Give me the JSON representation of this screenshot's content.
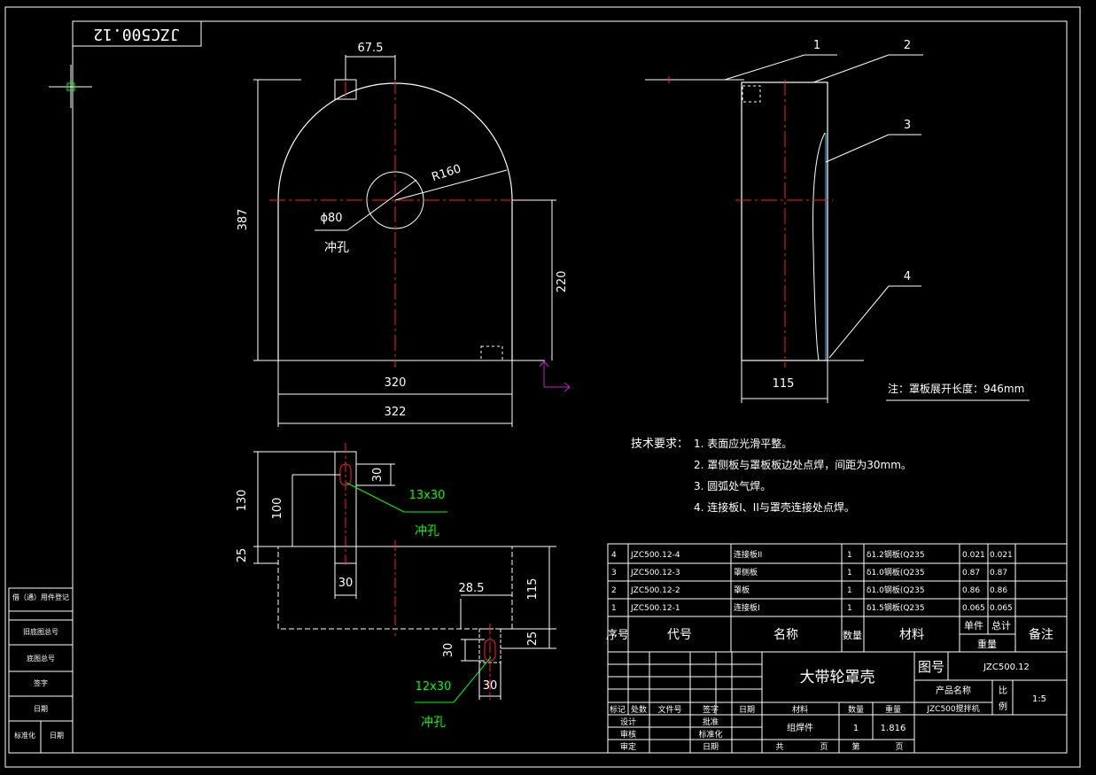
{
  "drawing_number_flipped": "JZC500.12",
  "front_view": {
    "dim_top": "67.5",
    "dim_height": "387",
    "dim_radius": "R160",
    "dim_hole": "ϕ80",
    "hole_note": "冲孔",
    "dim_220": "220",
    "dim_320": "320",
    "dim_322": "322"
  },
  "side_view": {
    "balloons": [
      "1",
      "2",
      "3",
      "4"
    ],
    "dim_115": "115",
    "note": "注：罩板展开长度：946mm"
  },
  "bracket_view": {
    "dim_130": "130",
    "dim_100": "100",
    "dim_30_top": "30",
    "slot_top": "13x30",
    "note_top": "冲孔",
    "dim_25_left": "25",
    "dim_30_bottom": "30",
    "dim_28_5": "28.5",
    "dim_115": "115",
    "dim_30_lower": "30",
    "dim_25_right": "25",
    "slot_bottom": "12x30",
    "dim_30_bottom2": "30",
    "note_bottom": "冲孔"
  },
  "tech_requirements": {
    "heading": "技术要求：",
    "items": [
      "1. 表面应光滑平整。",
      "2. 罩侧板与罩板板边处点焊，间距为30mm。",
      "3. 圆弧处气焊。",
      "4. 连接板I、II与罩壳连接处点焊。"
    ]
  },
  "bom": {
    "rows": [
      {
        "no": "4",
        "code": "JZC500.12-4",
        "name": "连接板II",
        "qty": "1",
        "material": "δ1.2钢板(Q235",
        "w1": "0.021",
        "w2": "0.021"
      },
      {
        "no": "3",
        "code": "JZC500.12-3",
        "name": "罩侧板",
        "qty": "1",
        "material": "δ1.0钢板(Q235",
        "w1": "0.87",
        "w2": "0.87"
      },
      {
        "no": "2",
        "code": "JZC500.12-2",
        "name": "罩板",
        "qty": "1",
        "material": "δ1.0钢板(Q235",
        "w1": "0.86",
        "w2": "0.86"
      },
      {
        "no": "1",
        "code": "JZC500.12-1",
        "name": "连接板I",
        "qty": "1",
        "material": "δ1.5钢板(Q235",
        "w1": "0.065",
        "w2": "0.065"
      }
    ],
    "header": {
      "no": "序号",
      "code": "代号",
      "name": "名称",
      "qty": "数量",
      "material": "材料",
      "single": "单件",
      "total": "总计",
      "weight": "重量",
      "remark": "备注"
    }
  },
  "title_block": {
    "part_name": "大带轮罩壳",
    "drawing_no_label": "图号",
    "drawing_no": "JZC500.12",
    "product_label": "产品名称",
    "product": "JZC500搅拌机",
    "scale_label_1": "比",
    "scale_label_2": "例",
    "scale": "1:5",
    "rev_headers": [
      "标记",
      "处数",
      "文件号",
      "签字",
      "日期"
    ],
    "row_labels": [
      "设计",
      "审核",
      "审定"
    ],
    "row_labels_mid": [
      "批准",
      "标准化",
      "日期"
    ],
    "material_label": "材料",
    "weight_label": "重量",
    "qty_label": "数量",
    "assembly": "组焊件",
    "qty": "1",
    "weight": "1.816",
    "sheet_total": "共",
    "sheet_total_unit": "页",
    "sheet_no": "第",
    "sheet_no_unit": "页"
  },
  "side_strip": [
    "借（通）用件登记",
    "旧底图总号",
    "底图总号",
    "签字",
    "日期",
    "标准化",
    "日期"
  ],
  "colors": {
    "line": "#ffffff",
    "center": "#ff2020",
    "leader": "#00ff00",
    "accent": "#c020c0",
    "cyan": "#40c0ff"
  }
}
